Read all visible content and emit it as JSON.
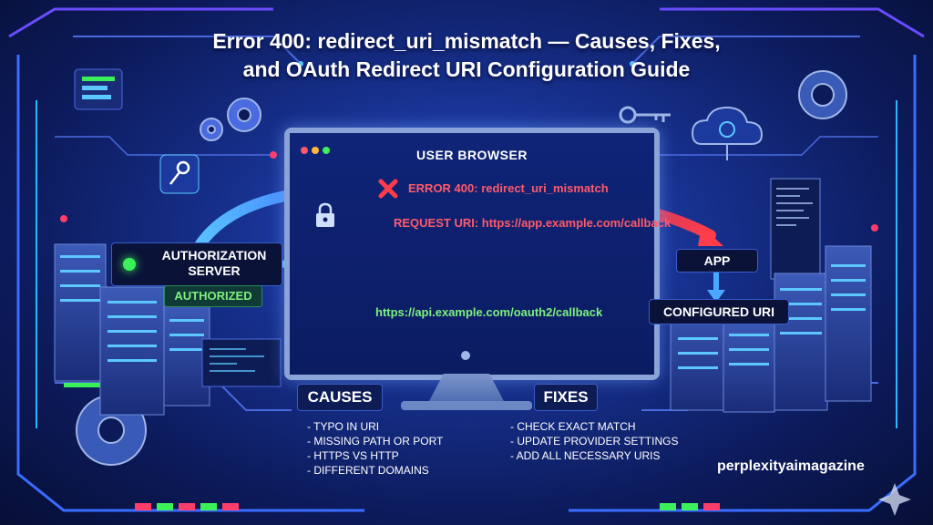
{
  "title": {
    "line1": "Error 400: redirect_uri_mismatch — Causes, Fixes,",
    "line2": "and OAuth Redirect URI Configuration Guide"
  },
  "browser": {
    "title": "USER BROWSER",
    "error_text": "ERROR 400: redirect_uri_mismatch",
    "request_uri": "REQUEST URI: https://app.example.com/callback",
    "configured_url": "https://api.example.com/oauth2/callback"
  },
  "auth_server": {
    "label_line1": "AUTHORIZATION",
    "label_line2": "SERVER",
    "status": "AUTHORIZED"
  },
  "app_label": "APP",
  "configured_label": "CONFIGURED URI",
  "causes": {
    "heading": "CAUSES",
    "items": [
      "- TYPO IN URI",
      "- MISSING PATH OR PORT",
      "- HTTPS VS HTTP",
      "- DIFFERENT DOMAINS"
    ]
  },
  "fixes": {
    "heading": "FIXES",
    "items": [
      "- CHECK EXACT MATCH",
      "- UPDATE PROVIDER SETTINGS",
      "- ADD ALL NECESSARY URIS"
    ]
  },
  "brand": "perplexityaimagazine",
  "colors": {
    "error_red": "#ff5a6a",
    "success_green": "#7ef07e",
    "flow_blue": "#4aa8ff",
    "background": "#17318f"
  },
  "icons": [
    "gear-icon",
    "key-icon",
    "lock-icon",
    "cloud-sync-icon",
    "error-x-icon",
    "server-rack-icon",
    "sparkle-icon"
  ]
}
